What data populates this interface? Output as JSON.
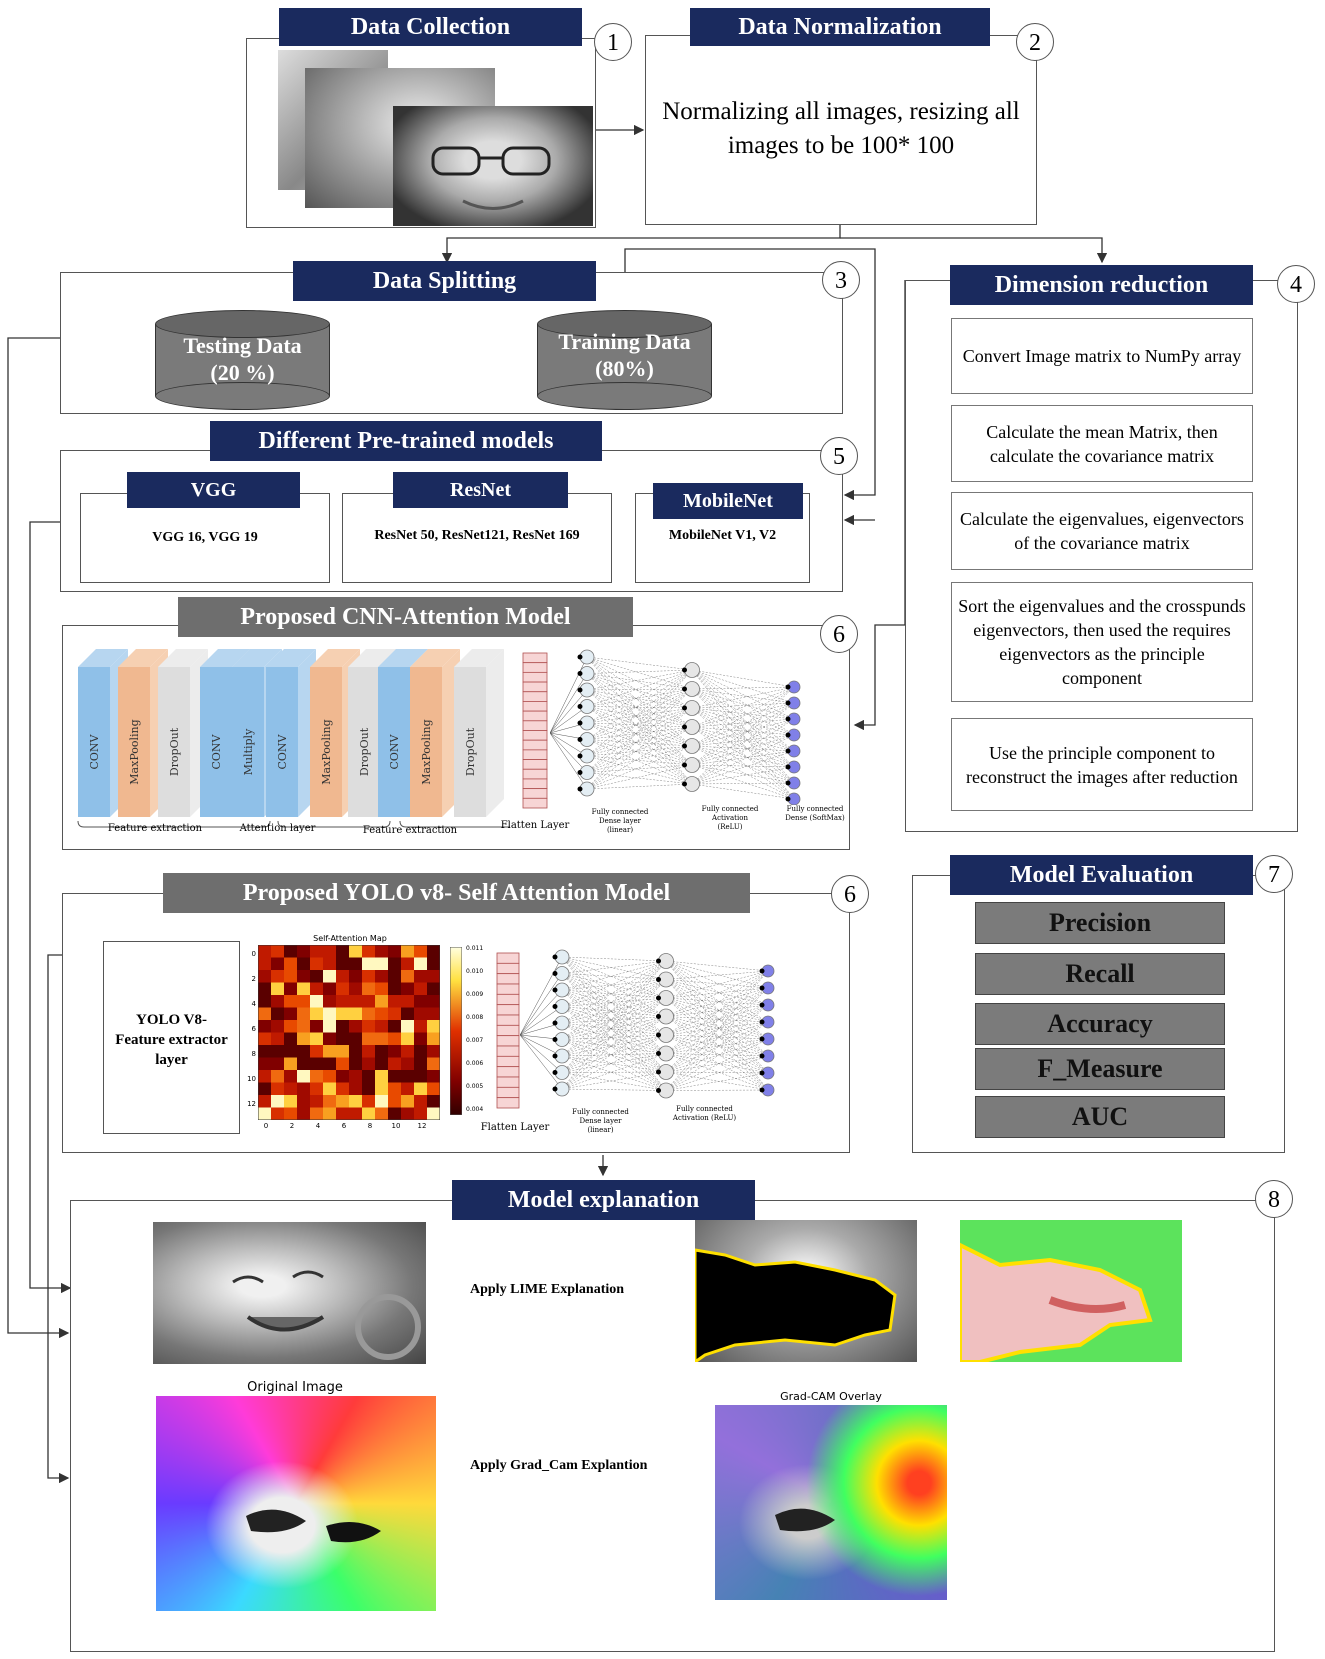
{
  "steps": {
    "data_collection": {
      "title": "Data Collection",
      "num": "1"
    },
    "data_normalization": {
      "title": "Data Normalization",
      "num": "2",
      "text": "Normalizing all images, resizing all images to be 100* 100"
    },
    "data_splitting": {
      "title": "Data Splitting",
      "num": "3",
      "testing": [
        "Testing Data",
        "(20 %)"
      ],
      "training": [
        "Training Data",
        "(80%)"
      ]
    },
    "dimension_reduction": {
      "title": "Dimension reduction",
      "num": "4",
      "items": [
        "Convert Image matrix to NumPy array",
        "Calculate the mean Matrix, then calculate the covariance matrix",
        "Calculate the eigenvalues, eigenvectors of the covariance matrix",
        "Sort the eigenvalues and the crosspunds eigenvectors, then used the requires eigenvectors as the principle component",
        "Use the principle component to reconstruct the images after reduction"
      ]
    },
    "pretrained": {
      "title": "Different Pre-trained models",
      "num": "5",
      "models": [
        {
          "name": "VGG",
          "variants": "VGG 16, VGG 19"
        },
        {
          "name": "ResNet",
          "variants": "ResNet 50, ResNet121, ResNet 169"
        },
        {
          "name": "MobileNet",
          "variants": "MobileNet V1, V2"
        }
      ]
    },
    "cnn_attention": {
      "title": "Proposed CNN-Attention Model",
      "num": "6",
      "layers": [
        "CONV",
        "MaxPooling",
        "DropOut",
        "CONV",
        "Multiply",
        "CONV",
        "MaxPooling",
        "DropOut",
        "CONV",
        "MaxPooling",
        "DropOut"
      ],
      "groups": [
        "Feature extraction",
        "Attention layer",
        "Feature extraction",
        "Flatten Layer"
      ],
      "fc_labels": [
        "Fully connected Dense layer (linear)",
        "Fully connected Activation (ReLU)",
        "Fully connected Dense (SoftMax)"
      ]
    },
    "yolo": {
      "title": "Proposed YOLO v8- Self Attention Model",
      "num": "6",
      "extractor": "YOLO V8- Feature extractor layer",
      "map_title": "Self-Attention Map",
      "colorbar_ticks": [
        "0.011",
        "0.010",
        "0.009",
        "0.008",
        "0.007",
        "0.006",
        "0.005",
        "0.004"
      ],
      "y_ticks": [
        "0",
        "2",
        "4",
        "6",
        "8",
        "10",
        "12"
      ],
      "x_ticks": [
        "0",
        "2",
        "4",
        "6",
        "8",
        "10",
        "12"
      ],
      "flatten": "Flatten Layer",
      "fc_labels": [
        "Fully connected Dense layer (linear)",
        "Fully connected Activation (ReLU)"
      ]
    },
    "evaluation": {
      "title": "Model Evaluation",
      "num": "7",
      "metrics": [
        "Precision",
        "Recall",
        "Accuracy",
        "F_Measure",
        "AUC"
      ]
    },
    "explanation": {
      "title": "Model explanation",
      "num": "8",
      "lime_label": "Apply LIME Explanation",
      "gradcam_label": "Apply Grad_Cam Explantion",
      "original_title": "Original Image",
      "overlay_title": "Grad-CAM Overlay"
    }
  },
  "colors": {
    "header_navy": "#1a2a5e",
    "header_gray": "#6e6e6e",
    "metric_gray": "#7b7b7b"
  }
}
